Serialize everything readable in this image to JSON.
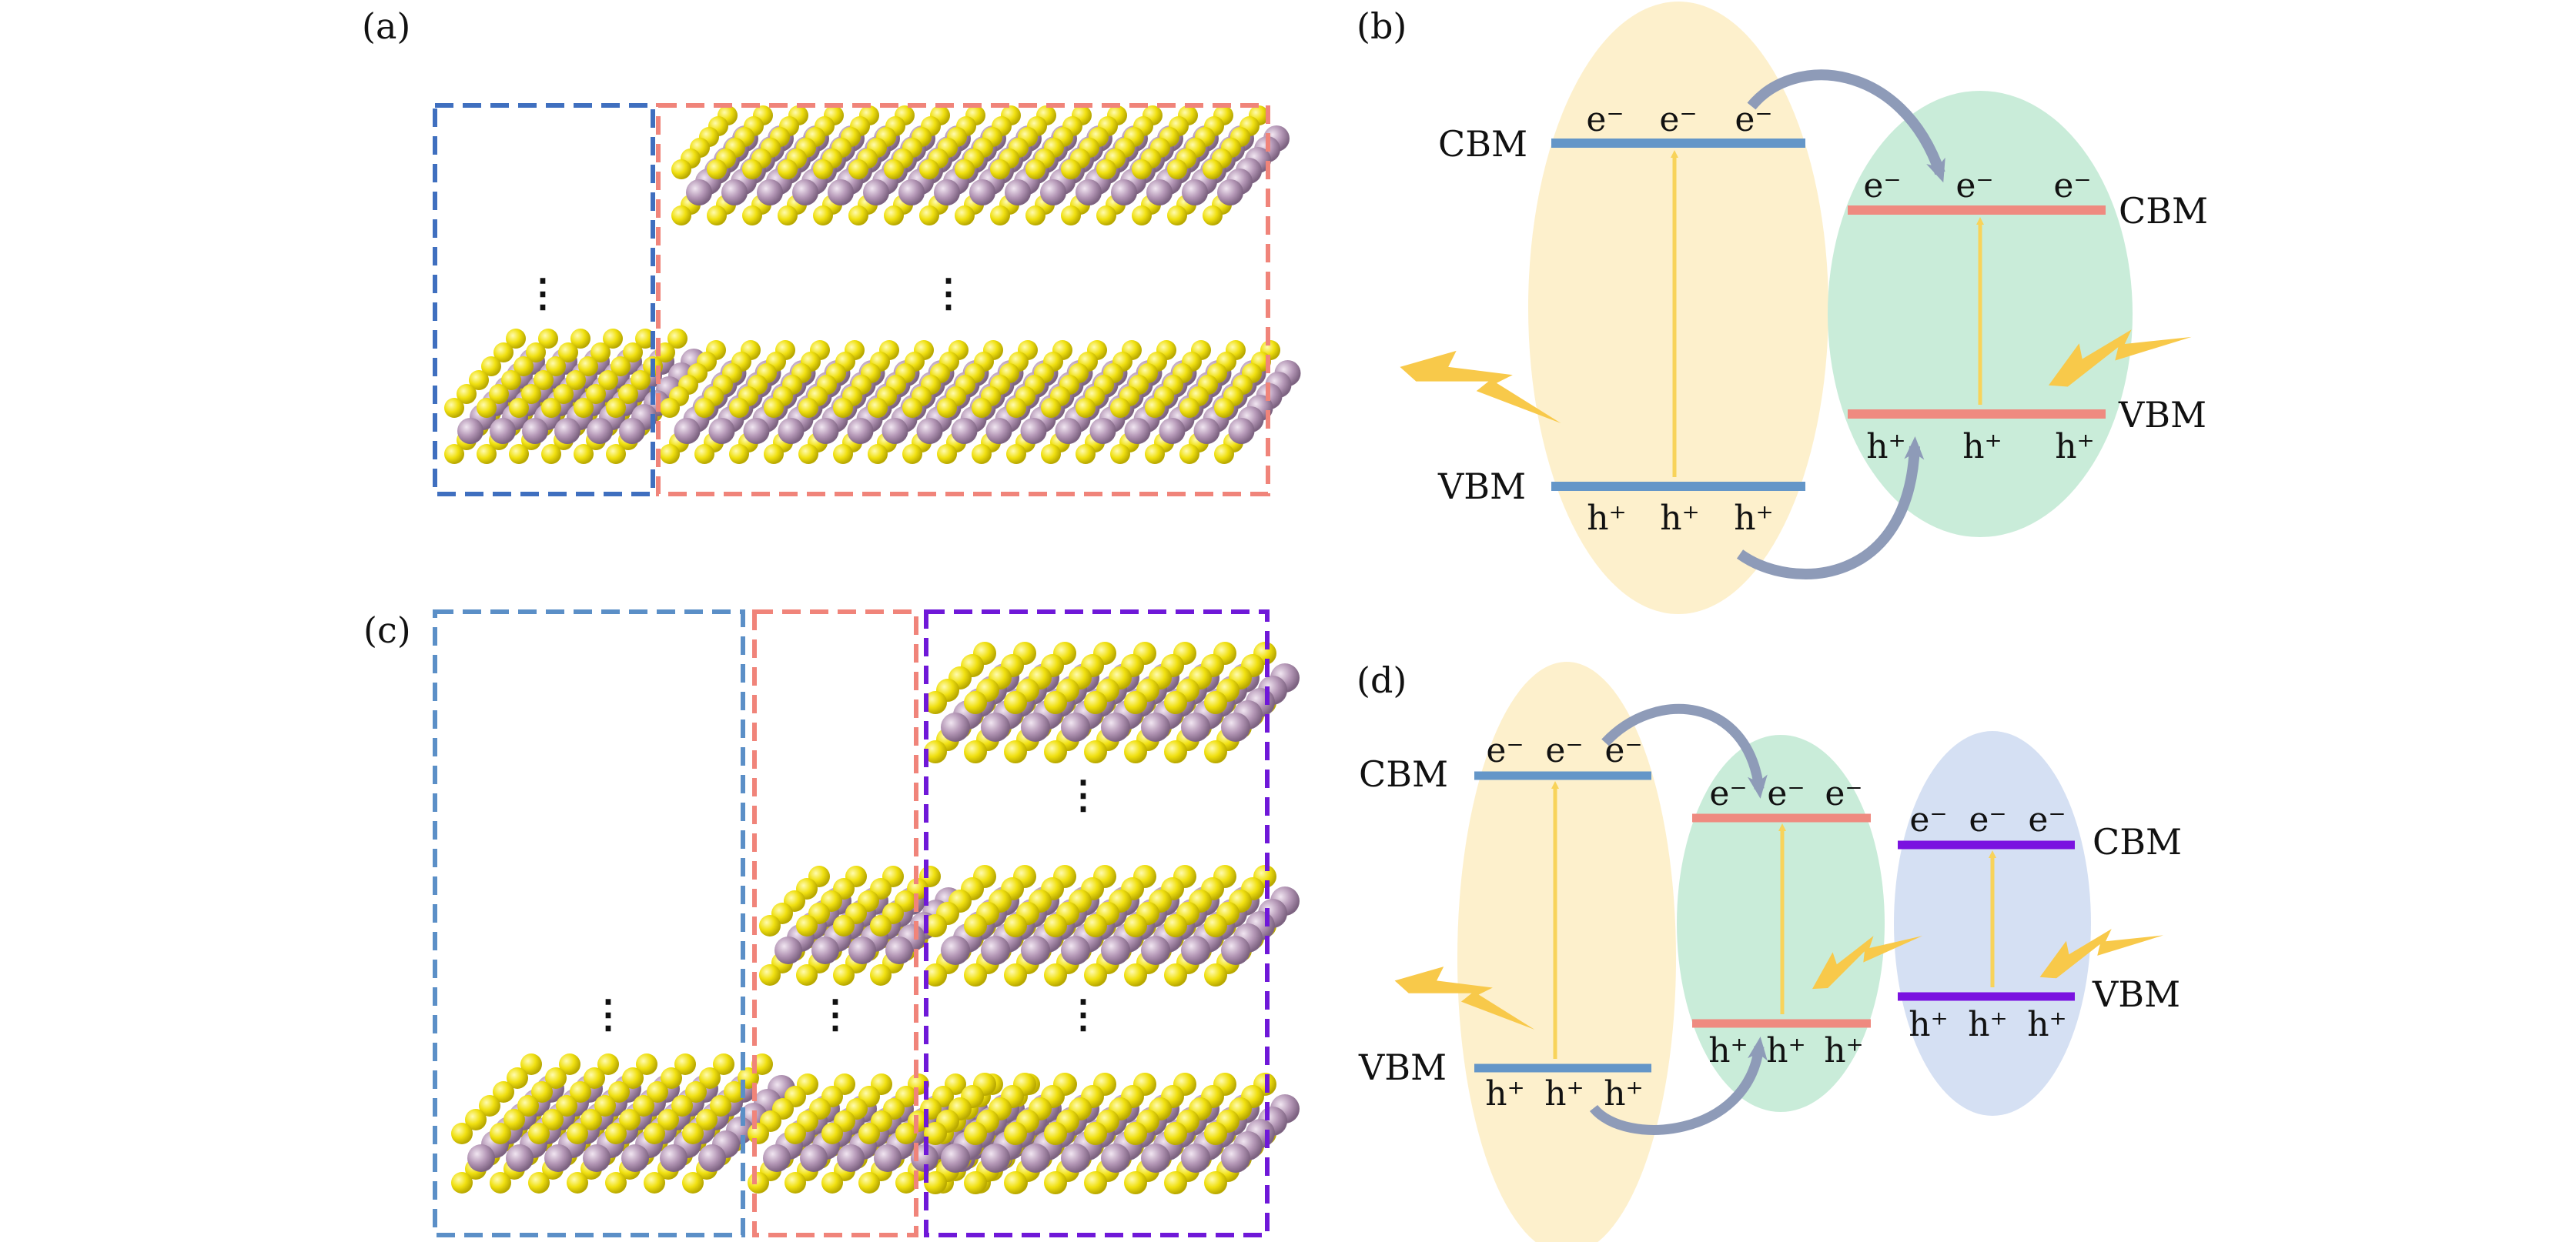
{
  "panels": {
    "a": {
      "label": "(a)"
    },
    "b": {
      "label": "(b)",
      "left": {
        "cbm_label": "CBM",
        "vbm_label": "VBM",
        "electrons": [
          "e⁻",
          "e⁻",
          "e⁻"
        ],
        "holes": [
          "h⁺",
          "h⁺",
          "h⁺"
        ]
      },
      "right": {
        "cbm_label": "CBM",
        "vbm_label": "VBM",
        "electrons": [
          "e⁻",
          "e⁻",
          "e⁻"
        ],
        "holes": [
          "h⁺",
          "h⁺",
          "h⁺"
        ]
      }
    },
    "c": {
      "label": "(c)"
    },
    "d": {
      "label": "(d)",
      "left": {
        "cbm_label": "CBM",
        "vbm_label": "VBM",
        "electrons": [
          "e⁻",
          "e⁻",
          "e⁻"
        ],
        "holes": [
          "h⁺",
          "h⁺",
          "h⁺"
        ]
      },
      "middle": {
        "electrons": [
          "e⁻",
          "e⁻",
          "e⁻"
        ],
        "holes": [
          "h⁺",
          "h⁺",
          "h⁺"
        ]
      },
      "right": {
        "cbm_label": "CBM",
        "vbm_label": "VBM",
        "electrons": [
          "e⁻",
          "e⁻",
          "e⁻"
        ],
        "holes": [
          "h⁺",
          "h⁺",
          "h⁺"
        ]
      }
    }
  },
  "ellipsis": "⋮",
  "colors": {
    "blue_band": "#6496c8",
    "red_band": "#ef8a80",
    "purple_band": "#7a12e0",
    "yellow_ellipse": "#fdf0cc",
    "green_ellipse": "#c9ecd9",
    "blue_ellipse": "#d5e0f3",
    "arrow_yellow": "#f8d35a",
    "transfer_arrow": "#8e9bb8",
    "bolt": "#f8c94a",
    "sulfur": "#f2e21e",
    "metal": "#b79ab8",
    "box_blue": "#3f6fbf",
    "box_red": "#f0847a",
    "box_purple": "#6f18d8"
  }
}
